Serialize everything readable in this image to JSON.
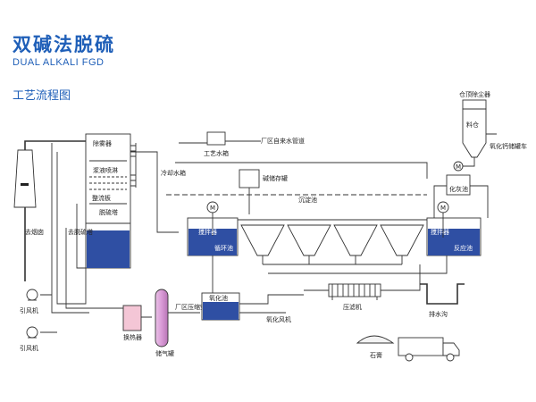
{
  "header": {
    "title": "双碱法脱硫",
    "subtitle": "DUAL ALKALI FGD",
    "section": "工艺流程图"
  },
  "colors": {
    "brand": "#1f5fb8",
    "water": "#2f4fa3",
    "heat_exchanger": "#f4c6d6",
    "storage_tank": "#d99ad6"
  },
  "diagram": {
    "labels": {
      "demister": "除雾器",
      "spray_layer": "浆液喷淋",
      "rectifier_plate": "整流板",
      "desulfurization_tower": "脱硫塔",
      "to_chimney": "去烟囱",
      "to_desulfurization_tower": "去脱硫塔",
      "fan1": "引风机",
      "fan2": "引风机",
      "heat_exchanger": "换热器",
      "gas_storage_tank": "储气罐",
      "factory_compressed_air": "厂区压缩空气管道",
      "cooling_water_tank": "冷却水箱",
      "process_water_tank": "工艺水箱",
      "factory_tap_water": "厂区自来水管道",
      "alkali_storage_tank": "碱储存罐",
      "sedimentation_tank": "沉淀池",
      "mixer_left": "搅拌器",
      "circulation_tank": "循环池",
      "mixer_right": "搅拌器",
      "reaction_tank": "反应池",
      "oxidation_tank": "氧化池",
      "oxidation_fan": "氧化风机",
      "filter_press": "压滤机",
      "drainage_ditch": "排水沟",
      "gypsum": "石膏",
      "silo_dust_collector": "仓顶除尘器",
      "lime_silo": "料仓",
      "calcium_truck": "氧化钙储罐车",
      "lime_tank": "化灰池",
      "m1": "M",
      "m2": "M",
      "m3": "M"
    }
  }
}
